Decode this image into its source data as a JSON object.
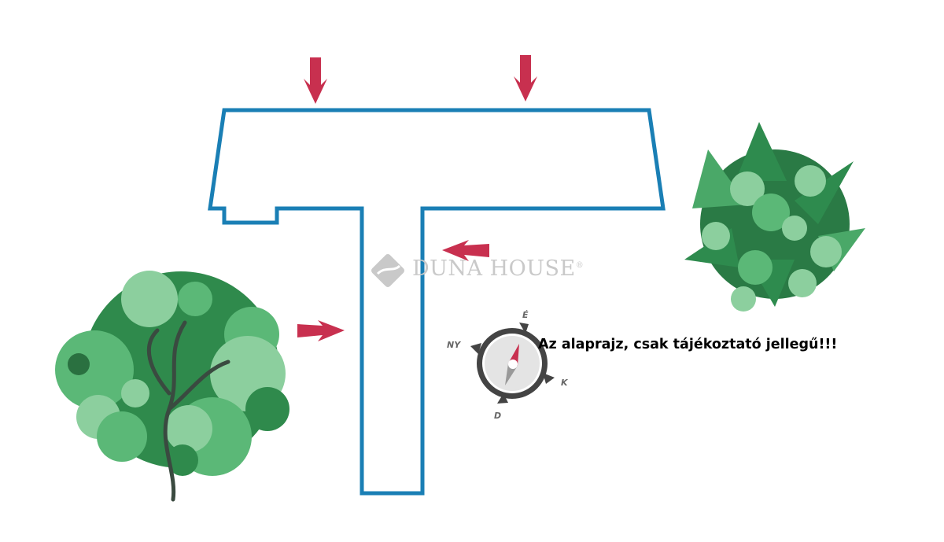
{
  "watermark": {
    "brand": "Duna House",
    "text": "DUNA HOUSE",
    "registered": "®"
  },
  "compass": {
    "north": "É",
    "west": "NY",
    "east": "K",
    "south": "D"
  },
  "note": "Az alaprajz, csak tájékoztató jellegű!!!",
  "colors": {
    "outline": "#1a7fb5",
    "arrow": "#c8304f",
    "bush_dark": "#2e8b4e",
    "bush_light": "#8ccf9e"
  }
}
